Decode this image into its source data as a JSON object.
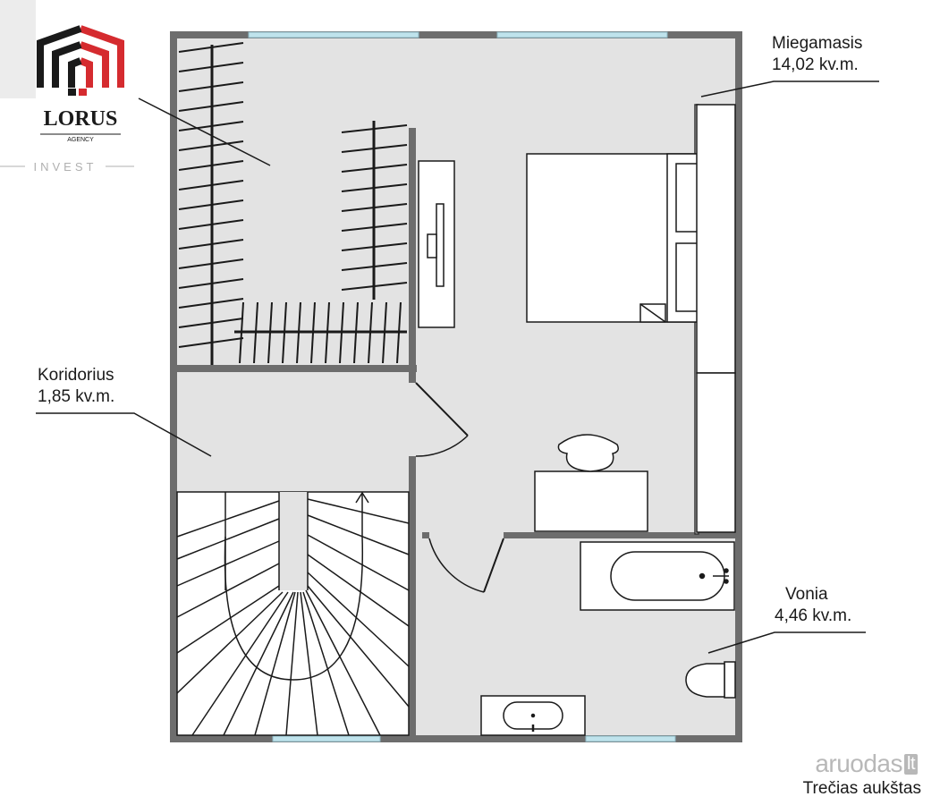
{
  "logo": {
    "brand": "LORUS",
    "sub": "AGENCY",
    "tagline": "INVEST",
    "colors": {
      "red": "#d52b2f",
      "black": "#1a1a1a",
      "gray": "#b0b0b0"
    }
  },
  "rooms": [
    {
      "id": "bedroom",
      "name": "Miegamasis",
      "area": "14,02 kv.m."
    },
    {
      "id": "corridor",
      "name": "Koridorius",
      "area": "1,85 kv.m."
    },
    {
      "id": "bathroom",
      "name": "Vonia",
      "area": "4,46 kv.m."
    }
  ],
  "floor_title": "Trečias aukštas",
  "watermark": {
    "text": "aruodas",
    "suffix": "lt"
  },
  "colors": {
    "wall": "#6d6d6d",
    "floor": "#e3e3e3",
    "window": "#bfe3ec",
    "furniture": "#ffffff",
    "line": "#1a1a1a"
  }
}
